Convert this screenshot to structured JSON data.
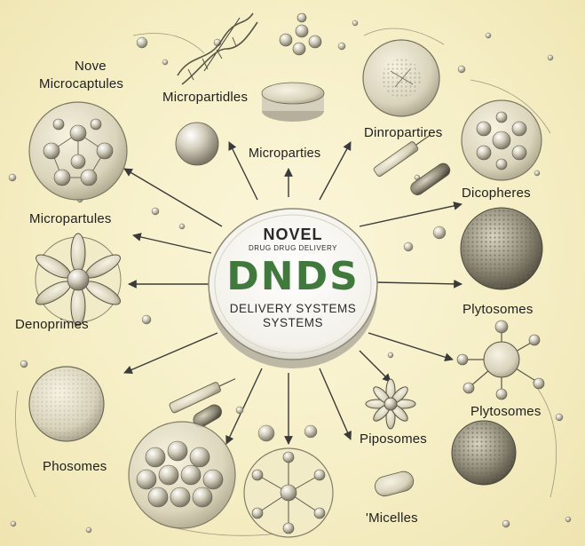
{
  "hub": {
    "line1": "NOVEL",
    "line2": "DRUG DRUG DELIVERY",
    "acronym": "DNDS",
    "line3": "DELIVERY SYSTEMS",
    "line4": "SYSTEMS"
  },
  "labels": {
    "nove": "Nove",
    "microcaptules": "Microcaptules",
    "micropartidles": "Micropartidles",
    "microparties": "Microparties",
    "dinropartires": "Dinropartires",
    "micropartules": "Micropartules",
    "dicopheres": "Dicopheres",
    "denoprimes": "Denoprimes",
    "plytosomes_upper": "Plytosomes",
    "plytosomes_lower": "Plytosomes",
    "piposomes": "Piposomes",
    "phosomes": "Phosomes",
    "micelles": "'Micelles"
  },
  "colors": {
    "background": "#f6efc2",
    "ink": "#1e1e1e",
    "accent_green": "#3f7a3c",
    "sphere": "#c9c3ae"
  }
}
